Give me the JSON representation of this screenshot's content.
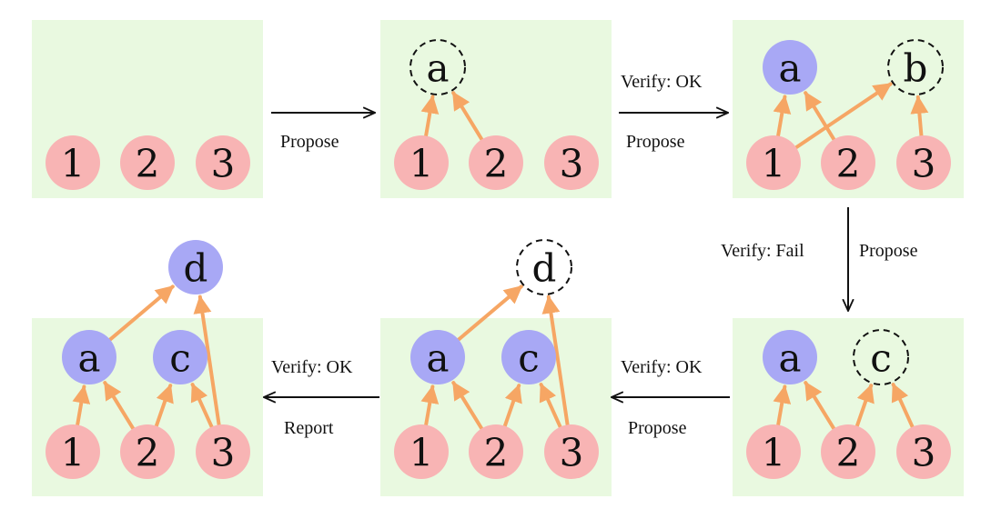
{
  "colors": {
    "panel_bg": "#e9f9e0",
    "input_node": "#f8b4b4",
    "verified_node": "#a8a8f5",
    "edge": "#f6a664",
    "flow_arrow": "#111111"
  },
  "panels": [
    {
      "inputs": [
        "1",
        "2",
        "3"
      ],
      "verified": [],
      "proposed": [],
      "edges": []
    },
    {
      "inputs": [
        "1",
        "2",
        "3"
      ],
      "verified": [],
      "proposed": [
        "a"
      ],
      "edges": [
        [
          "1",
          "a"
        ],
        [
          "2",
          "a"
        ]
      ]
    },
    {
      "inputs": [
        "1",
        "2",
        "3"
      ],
      "verified": [
        "a"
      ],
      "proposed": [
        "b"
      ],
      "edges": [
        [
          "1",
          "a"
        ],
        [
          "2",
          "a"
        ],
        [
          "1",
          "b"
        ],
        [
          "3",
          "b"
        ]
      ]
    },
    {
      "inputs": [
        "1",
        "2",
        "3"
      ],
      "verified": [
        "a"
      ],
      "proposed": [
        "c"
      ],
      "edges": [
        [
          "1",
          "a"
        ],
        [
          "2",
          "a"
        ],
        [
          "2",
          "c"
        ],
        [
          "3",
          "c"
        ]
      ]
    },
    {
      "inputs": [
        "1",
        "2",
        "3"
      ],
      "verified": [
        "a",
        "c"
      ],
      "proposed": [
        "d"
      ],
      "edges": [
        [
          "1",
          "a"
        ],
        [
          "2",
          "a"
        ],
        [
          "2",
          "c"
        ],
        [
          "3",
          "c"
        ],
        [
          "a",
          "d"
        ],
        [
          "3",
          "d"
        ]
      ]
    },
    {
      "inputs": [
        "1",
        "2",
        "3"
      ],
      "verified": [
        "a",
        "c",
        "d"
      ],
      "proposed": [],
      "edges": [
        [
          "1",
          "a"
        ],
        [
          "2",
          "a"
        ],
        [
          "2",
          "c"
        ],
        [
          "3",
          "c"
        ],
        [
          "a",
          "d"
        ],
        [
          "3",
          "d"
        ]
      ]
    }
  ],
  "transitions": [
    {
      "from": 0,
      "to": 1,
      "labels": [
        "Propose"
      ]
    },
    {
      "from": 1,
      "to": 2,
      "labels": [
        "Verify: OK",
        "Propose"
      ]
    },
    {
      "from": 2,
      "to": 3,
      "labels": [
        "Verify: Fail",
        "Propose"
      ]
    },
    {
      "from": 3,
      "to": 4,
      "labels": [
        "Verify: OK",
        "Propose"
      ]
    },
    {
      "from": 4,
      "to": 5,
      "labels": [
        "Verify: OK",
        "Report"
      ]
    }
  ]
}
